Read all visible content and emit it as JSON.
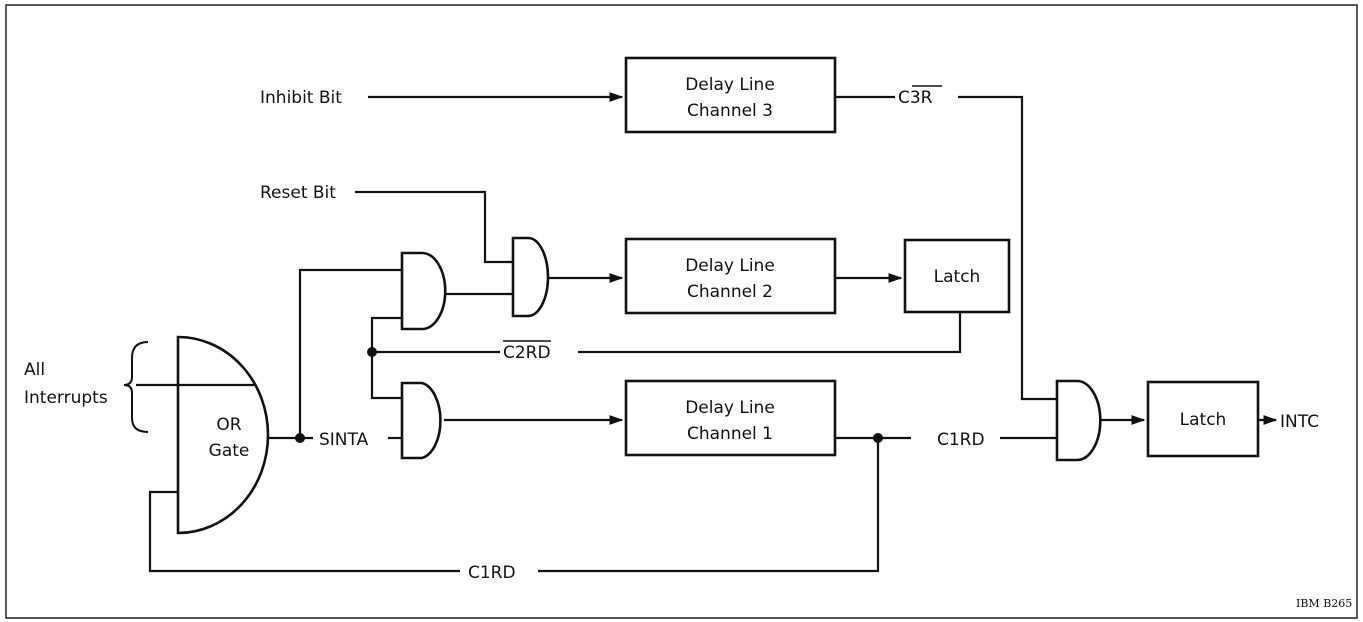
{
  "labels": {
    "inhibit_bit": "Inhibit Bit",
    "reset_bit": "Reset Bit",
    "all": "All",
    "interrupts": "Interrupts",
    "sinta": "SINTA",
    "c3r": "C3R",
    "c2rd": "C2RD",
    "c1rd_right": "C1RD",
    "c1rd_bottom": "C1RD",
    "intc": "INTC",
    "figure_ref": "IBM B265"
  },
  "blocks": {
    "delay3": {
      "line1": "Delay Line",
      "line2": "Channel 3"
    },
    "delay2": {
      "line1": "Delay Line",
      "line2": "Channel 2"
    },
    "delay1": {
      "line1": "Delay Line",
      "line2": "Channel 1"
    },
    "latch_upper": {
      "label": "Latch"
    },
    "latch_output": {
      "label": "Latch"
    },
    "or_gate": {
      "line1": "OR",
      "line2": "Gate"
    }
  },
  "colors": {
    "ink": "#111111",
    "background": "#ffffff"
  }
}
